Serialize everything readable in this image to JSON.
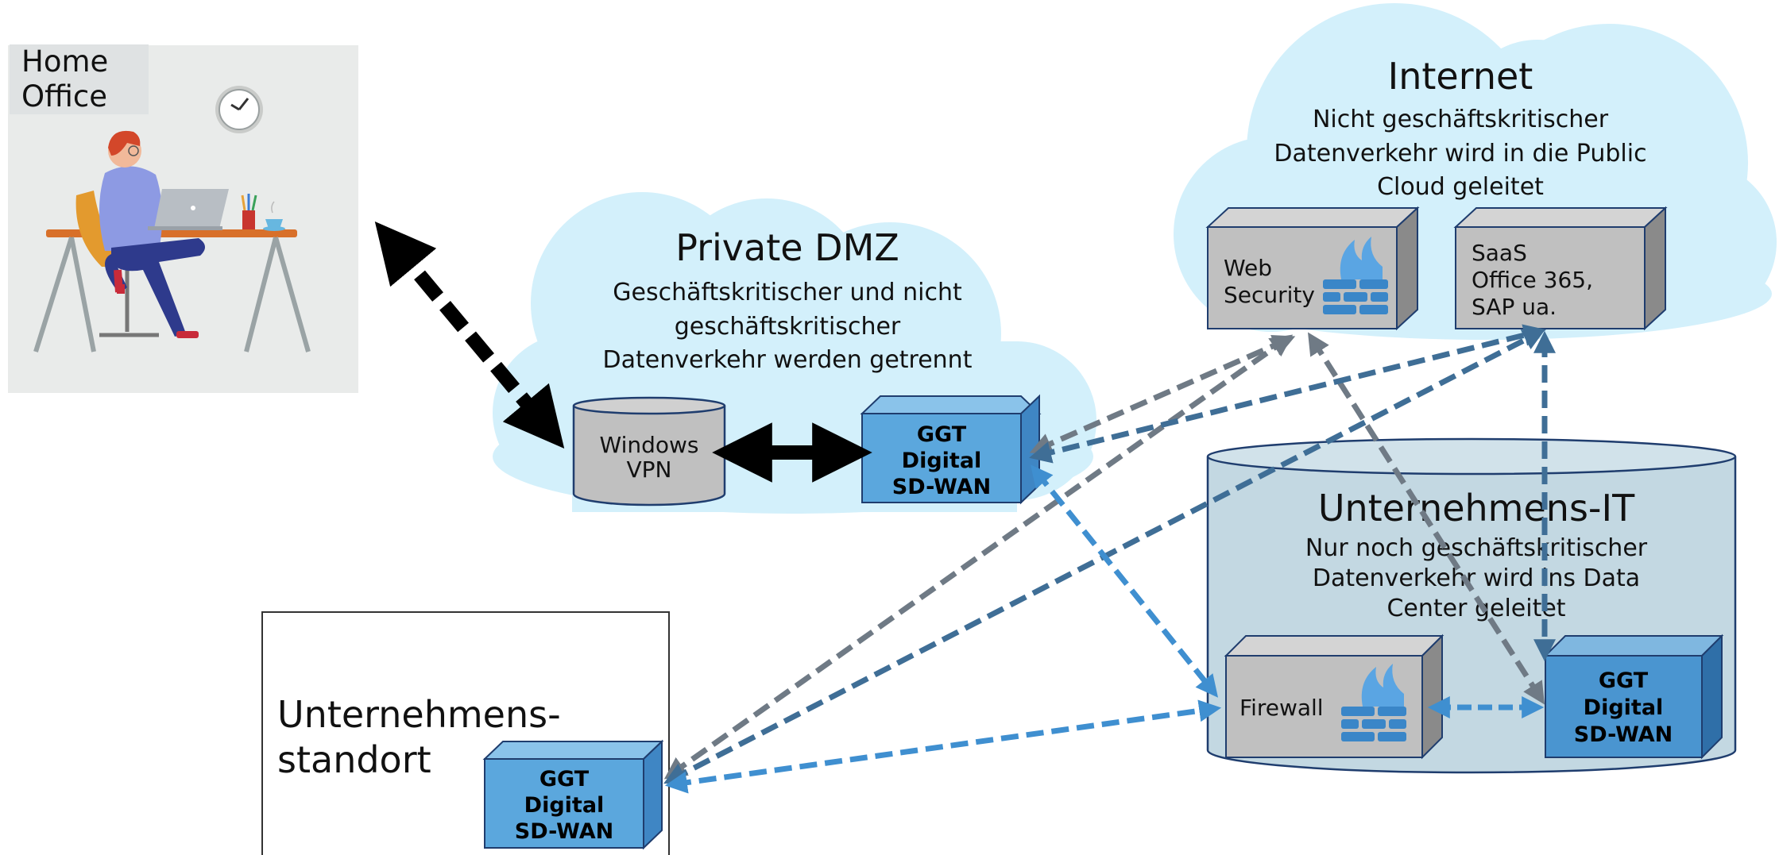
{
  "home_office": {
    "label_line1": "Home",
    "label_line2": "Office"
  },
  "private_dmz": {
    "title": "Private DMZ",
    "desc_line1": "Geschäftskritischer und nicht",
    "desc_line2": "geschäftskritischer",
    "desc_line3": "Datenverkehr werden getrennt",
    "vpn_line1": "Windows",
    "vpn_line2": "VPN",
    "sdwan_line1": "GGT",
    "sdwan_line2": "Digital",
    "sdwan_line3": "SD-WAN"
  },
  "internet": {
    "title": "Internet",
    "desc_line1": "Nicht geschäftskritischer",
    "desc_line2": "Datenverkehr wird in die Public",
    "desc_line3": "Cloud geleitet",
    "websec_line1": "Web",
    "websec_line2": "Security",
    "saas_line1": "SaaS",
    "saas_line2": "Office 365,",
    "saas_line3": "SAP ua."
  },
  "corporate_it": {
    "title": "Unternehmens-IT",
    "desc_line1": "Nur noch geschäftskritischer",
    "desc_line2": "Datenverkehr wird ins Data",
    "desc_line3": "Center geleitet",
    "firewall_label": "Firewall",
    "sdwan_line1": "GGT",
    "sdwan_line2": "Digital",
    "sdwan_line3": "SD-WAN"
  },
  "branch": {
    "title_line1": "Unternehmens-",
    "title_line2": "standort",
    "sdwan_line1": "GGT",
    "sdwan_line2": "Digital",
    "sdwan_line3": "SD-WAN"
  },
  "colors": {
    "cloud": "#d3f0fb",
    "dc_cylinder": "#c3d8e2",
    "sdwan_box": "#5ba7dd",
    "grey_box": "#c0c0c0",
    "arrow_black": "#000000",
    "arrow_grey": "#6f7a85",
    "arrow_steel": "#3f6e96",
    "arrow_light": "#3f8fd0",
    "firewall_icon": "#3a86c8"
  }
}
